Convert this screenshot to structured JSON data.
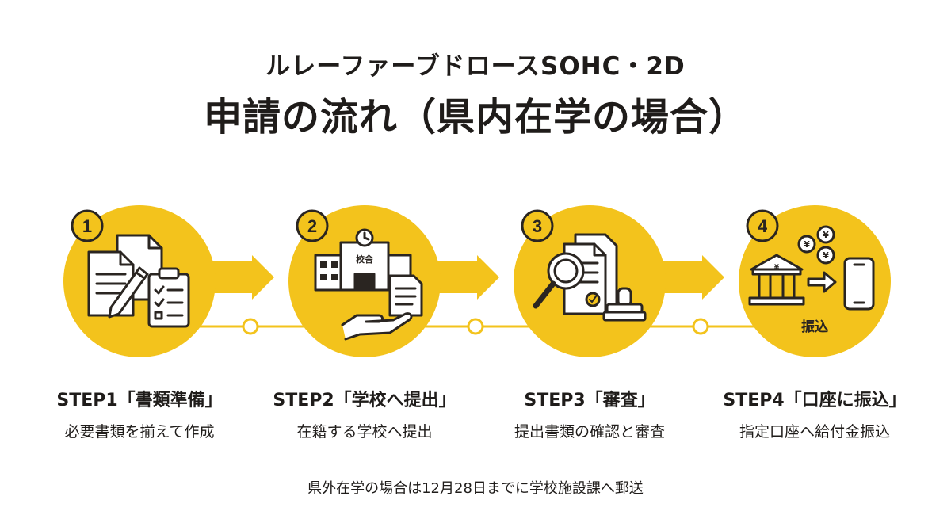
{
  "title": {
    "line1": "ルレーファーブドロースSOHC・2D",
    "line2": "申請の流れ（県内在学の場合）"
  },
  "colors": {
    "accent": "#F3C31C",
    "ink": "#2A2521",
    "connector": "#F3C31C"
  },
  "steps": [
    {
      "number": "1",
      "label": "STEP1「書類準備」",
      "description": "必要書類を揃えて作成",
      "icon": "documents-checklist-icon"
    },
    {
      "number": "2",
      "label": "STEP2「学校へ提出」",
      "description": "在籍する学校へ提出",
      "icon": "school-submission-icon",
      "icon_text": "校舎"
    },
    {
      "number": "3",
      "label": "STEP3「審査」",
      "description": "提出書類の確認と審査",
      "icon": "magnifier-stamp-icon"
    },
    {
      "number": "4",
      "label": "STEP4「口座に振込」",
      "description": "指定口座へ給付金振込",
      "icon": "bank-transfer-icon",
      "icon_text": "振込",
      "coin_symbol": "¥"
    }
  ],
  "footer": "県外在学の場合は12月28日までに学校施設課へ郵送"
}
